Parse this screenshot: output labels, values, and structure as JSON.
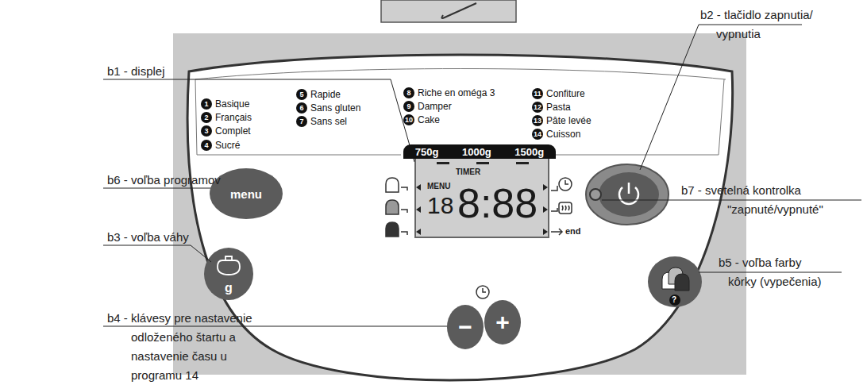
{
  "diagram": {
    "nodes": [
      {
        "text": [
          "750g",
          "1000g",
          "1500g"
        ]
      },
      {
        "text": [
          "MENU",
          "TIMER",
          "18",
          "8:88"
        ]
      },
      {
        "text": [
          "menu"
        ]
      },
      {
        "text": [
          "g"
        ]
      },
      {
        "text": [
          "−"
        ]
      },
      {
        "text": [
          "+"
        ]
      }
    ],
    "labels": [
      "b1 - displej",
      "b2 - tlačidlo zapnutia/ vypnutia",
      "b6 - voľba programov",
      "b7 - svetelná kontrolka \"zapnuté/vypnuté\"",
      "b3 - voľba váhy",
      "b5 - voľba farby kôrky (vypečenia)",
      "b4 - klávesy pre nastavenie odloženého štartu a nastavenie času u programu 14",
      "1",
      "Basique",
      "2",
      "Français",
      "3",
      "Complet",
      "4",
      "Sucré",
      "5",
      "Rapide",
      "6",
      "Sans gluten",
      "7",
      "Sans sel",
      "8",
      "Riche en oméga 3",
      "9",
      "Damper",
      "10",
      "Cake",
      "11",
      "Confiture",
      "12",
      "Pasta",
      "13",
      "Pâte levée",
      "14",
      "Cuisson",
      "?",
      "end"
    ]
  }
}
